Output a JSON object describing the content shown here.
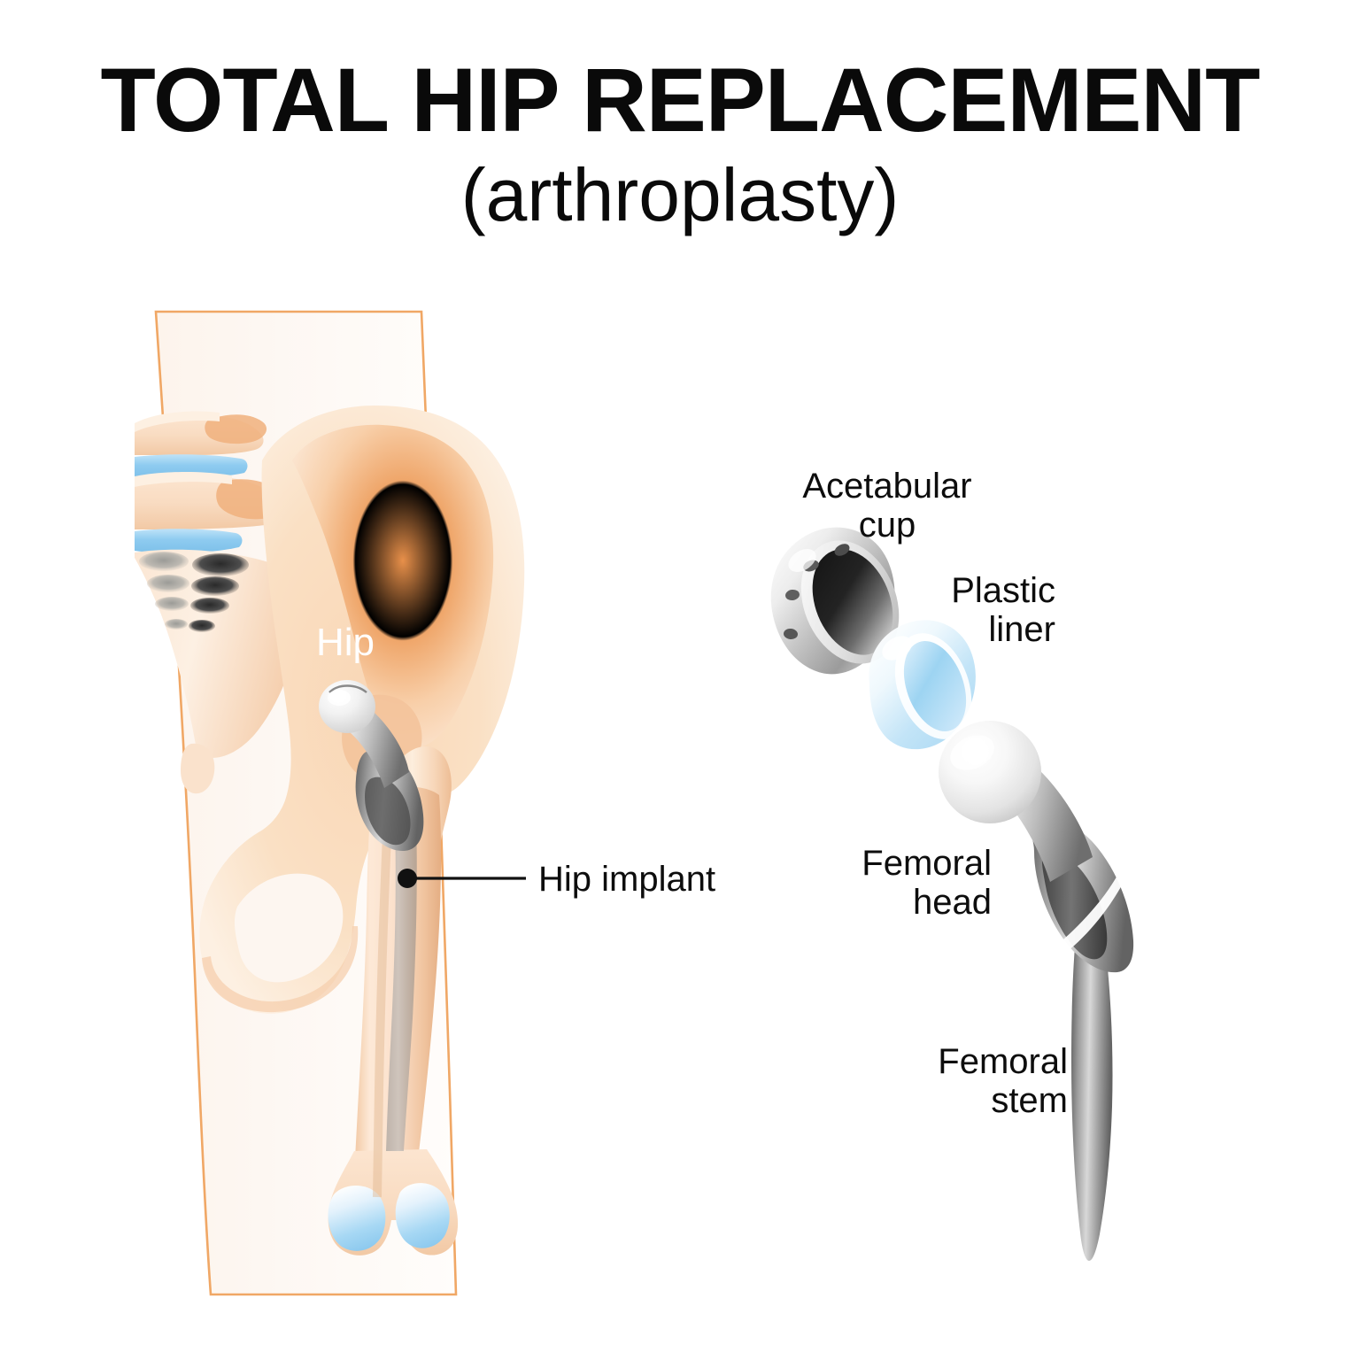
{
  "figure": {
    "title_main": "TOTAL HIP REPLACEMENT",
    "title_sub": "(arthroplasty)"
  },
  "anatomy_labels": {
    "hip": "Hip",
    "hip_implant": "Hip implant"
  },
  "implant_labels": {
    "acetabular_cup_line1": "Acetabular",
    "acetabular_cup_line2": "cup",
    "plastic_liner_line1": "Plastic",
    "plastic_liner_line2": "liner",
    "femoral_head_line1": "Femoral",
    "femoral_head_line2": "head",
    "femoral_stem_line1": "Femoral",
    "femoral_stem_line2": "stem"
  },
  "colors": {
    "background": "#ffffff",
    "text": "#0d0d0d",
    "bone_light": "#fbe0c8",
    "bone_mid": "#f6cfae",
    "bone_deep": "#e8914a",
    "bone_outline": "#eda76a",
    "skin_fill": "#fdf6f0",
    "skin_outline": "#f0a765",
    "cartilage_blue": "#8fcbf0",
    "disc_blue": "#9ad2f2",
    "metal_light": "#f2f2f2",
    "metal_mid": "#9a9a9a",
    "metal_dark": "#4a4a4a",
    "cup_interior": "#1c1c1c",
    "liner_blue": "#bfe2f7",
    "leader_line": "#111111"
  }
}
